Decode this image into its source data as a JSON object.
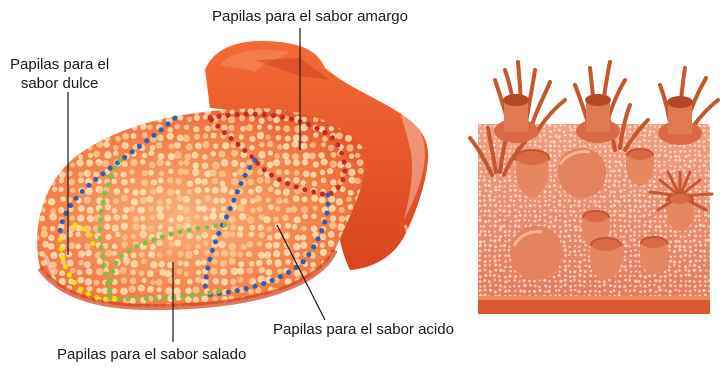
{
  "labels": {
    "amargo": "Papilas para el sabor amargo",
    "dulce_line1": "Papilas para el",
    "dulce_line2": "sabor dulce",
    "acido": "Papilas para el sabor acido",
    "salado": "Papilas para el sabor salado"
  },
  "colors": {
    "tongue": "#f2622e",
    "tongue_light": "#f6a06f",
    "papilla_dot": "#fde3b8",
    "bitter_zone": "#c62828",
    "sweet_zone": "#f5e400",
    "salty_zone": "#7cc242",
    "sour_zone": "#2f5fb3",
    "tissue": "#e88466",
    "tissue_dark": "#c45234"
  }
}
